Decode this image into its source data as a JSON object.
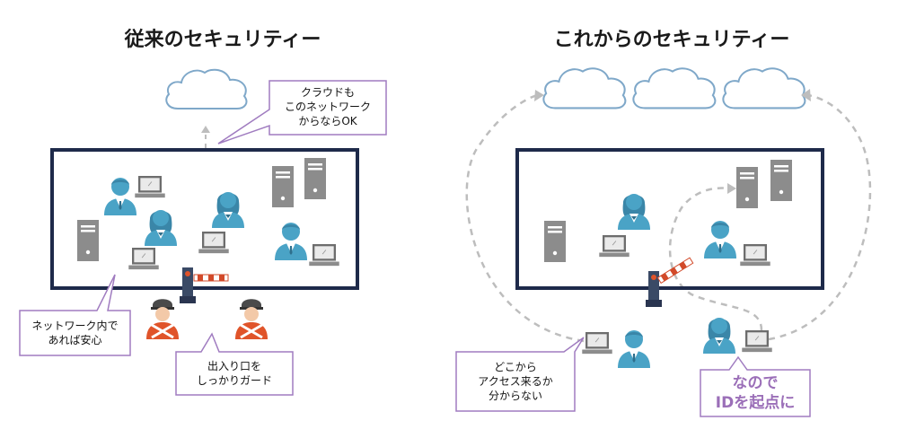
{
  "left_title": "従来のセキュリティー",
  "right_title": "これからのセキュリティー",
  "callouts": {
    "cloud_ok": [
      "クラウドも",
      "このネットワーク",
      "からならOK"
    ],
    "inside_safe": [
      "ネットワーク内で",
      "あれば安心"
    ],
    "gate_guard": [
      "出入り口を",
      "しっかりガード"
    ],
    "unknown_access": [
      "どこから",
      "アクセス来るか",
      "分からない"
    ],
    "id_start": [
      "なので",
      "IDを起点に"
    ]
  },
  "colors": {
    "frame": "#1e2a4a",
    "person": "#4aa3c6",
    "device": "#8c8c8c",
    "guard_body": "#e0542a",
    "callout_border": "#a07cc0",
    "accent_text": "#9b6fb8",
    "dashed": "#bdbdbd"
  }
}
